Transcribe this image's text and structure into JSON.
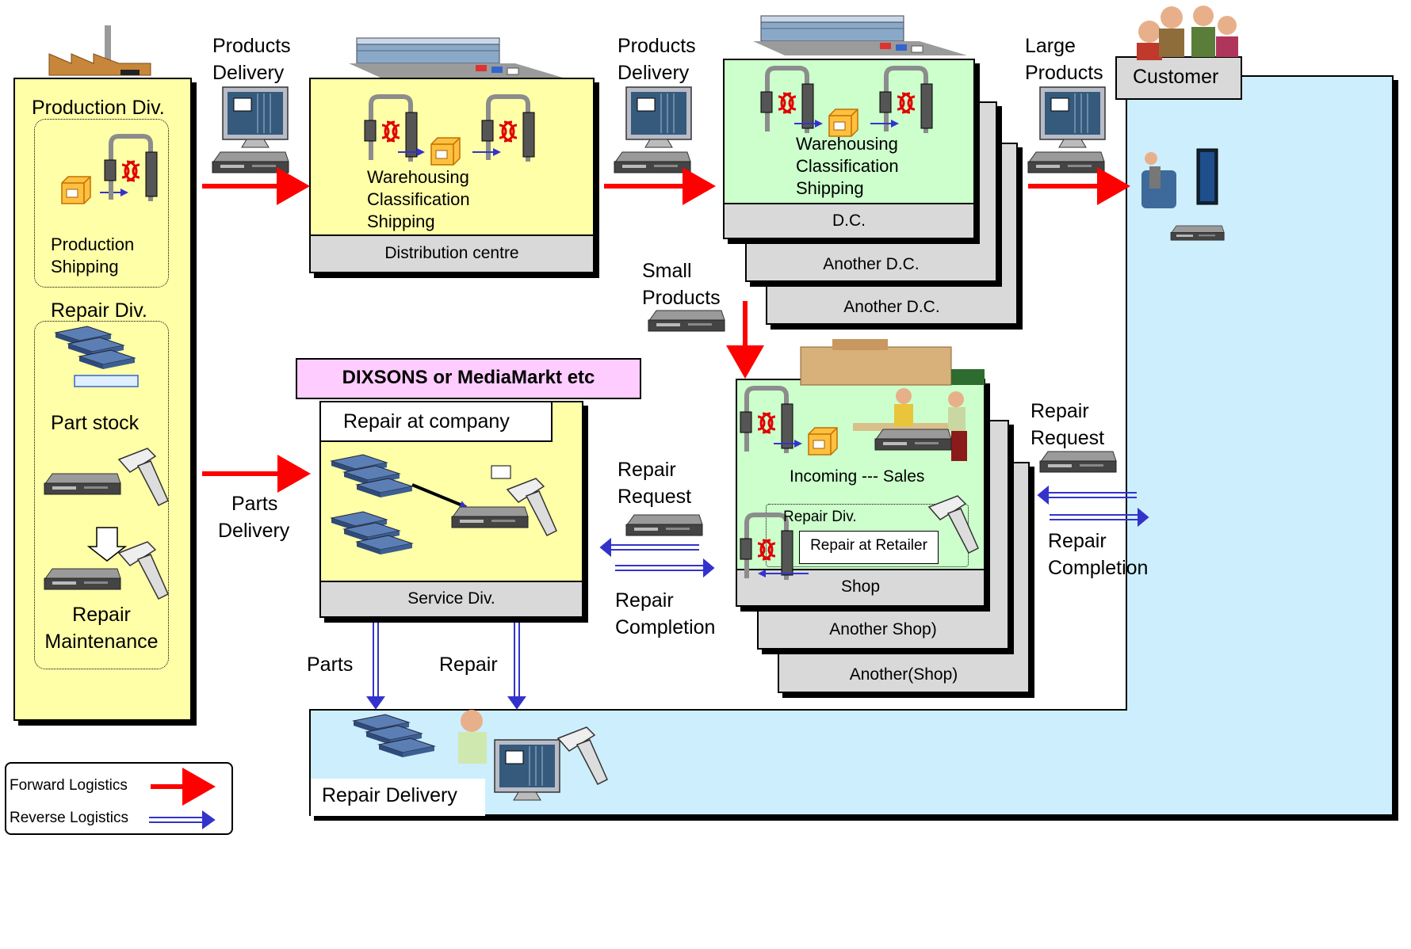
{
  "colors": {
    "forward": "#ff0000",
    "reverse": "#3333cc",
    "yellow_box": "#ffffa8",
    "green_box": "#ccffcc",
    "blue_box": "#cdeefd",
    "grey_box": "#d9d9d9",
    "pink_box": "#ffccff"
  },
  "left_panel": {
    "production_title": "Production Div.",
    "production_text_1": "Production",
    "production_text_2": "Shipping",
    "repair_title": "Repair Div.",
    "part_stock": "Part stock",
    "repair_1": "Repair",
    "repair_2": "Maintenance"
  },
  "flows": {
    "products_delivery_1a": "Products",
    "products_delivery_1b": "Delivery",
    "products_delivery_2a": "Products",
    "products_delivery_2b": "Delivery",
    "large_products_a": "Large",
    "large_products_b": "Products",
    "small_products_a": "Small",
    "small_products_b": "Products",
    "parts_delivery_a": "Parts",
    "parts_delivery_b": "Delivery",
    "repair_request_mid_a": "Repair",
    "repair_request_mid_b": "Request",
    "repair_completion_mid_a": "Repair",
    "repair_completion_mid_b": "Completion",
    "repair_request_right_a": "Repair",
    "repair_request_right_b": "Request",
    "repair_completion_right_a": "Repair",
    "repair_completion_right_b": "Completion",
    "parts": "Parts",
    "repair": "Repair"
  },
  "distribution_centre": {
    "process_1": "Warehousing",
    "process_2": "Classification",
    "process_3": "Shipping",
    "footer": "Distribution centre"
  },
  "dc": {
    "process_1": "Warehousing",
    "process_2": "Classification",
    "process_3": "Shipping",
    "footer": "D.C.",
    "another_1": "Another D.C.",
    "another_2": "Another D.C."
  },
  "customer": {
    "label": "Customer"
  },
  "retailer_banner": "DIXSONS or MediaMarkt etc",
  "service": {
    "header": "Repair at company",
    "footer": "Service Div."
  },
  "shop": {
    "incoming": "Incoming --- Sales",
    "repair_div": "Repair Div.",
    "repair_at_retailer": "Repair at Retailer",
    "footer": "Shop",
    "another_1": "Another Shop)",
    "another_2": "Another(Shop)"
  },
  "repair_delivery": {
    "label": "Repair Delivery"
  },
  "legend": {
    "forward": "Forward Logistics",
    "reverse": "Reverse Logistics"
  }
}
